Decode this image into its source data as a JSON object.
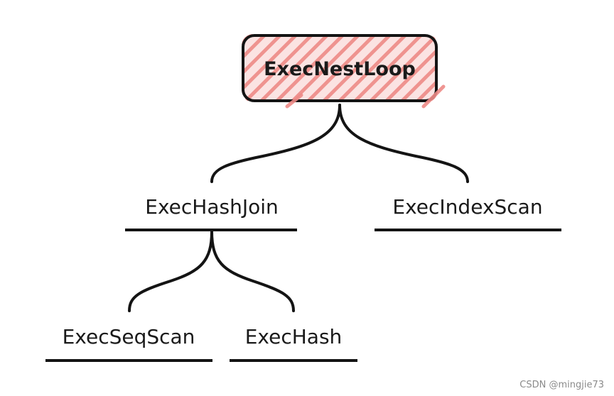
{
  "diagram": {
    "root": {
      "label": "ExecNestLoop",
      "fill": "#f4a09c",
      "border": "#141414"
    },
    "children": [
      {
        "label": "ExecHashJoin"
      },
      {
        "label": "ExecIndexScan"
      }
    ],
    "grandchildren": [
      {
        "label": "ExecSeqScan"
      },
      {
        "label": "ExecHash"
      }
    ]
  },
  "watermark": "CSDN @mingjie73"
}
